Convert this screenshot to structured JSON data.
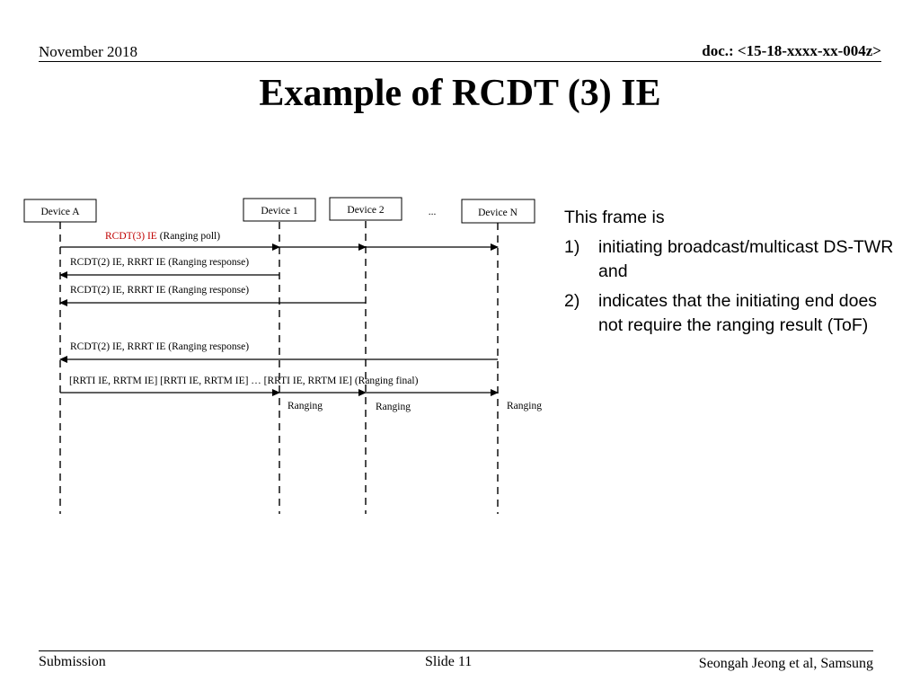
{
  "header": {
    "date": "November 2018",
    "doc": "doc.: <15-18-xxxx-xx-004z>"
  },
  "title": "Example of RCDT (3) IE",
  "diagram": {
    "devices": {
      "a": "Device A",
      "d1": "Device 1",
      "d2": "Device 2",
      "ellipsis": "...",
      "dn": "Device N"
    },
    "messages": {
      "poll_ie": "RCDT(3) IE",
      "poll_rest": " (Ranging poll)",
      "resp1": "RCDT(2) IE, RRRT IE (Ranging response)",
      "resp2": "RCDT(2) IE, RRRT IE (Ranging response)",
      "respn": "RCDT(2) IE, RRRT IE (Ranging response)",
      "final": "[RRTI IE, RRTM IE] [RRTI IE, RRTM IE] … [RRTI IE, RRTM IE] (Ranging final)"
    },
    "ranging_labels": {
      "d1": "Ranging",
      "d2": "Ranging",
      "dn": "Ranging"
    },
    "colors": {
      "ie_highlight": "#c00000",
      "line": "#000000"
    }
  },
  "notes": {
    "intro": "This frame is",
    "items": [
      {
        "num": "1)",
        "text": "initiating broadcast/multicast DS-TWR and"
      },
      {
        "num": "2)",
        "text": "indicates that the initiating end does not require the ranging result (ToF)"
      }
    ]
  },
  "footer": {
    "left": "Submission",
    "center": "Slide 11",
    "right": "Seongah Jeong et al, Samsung"
  }
}
